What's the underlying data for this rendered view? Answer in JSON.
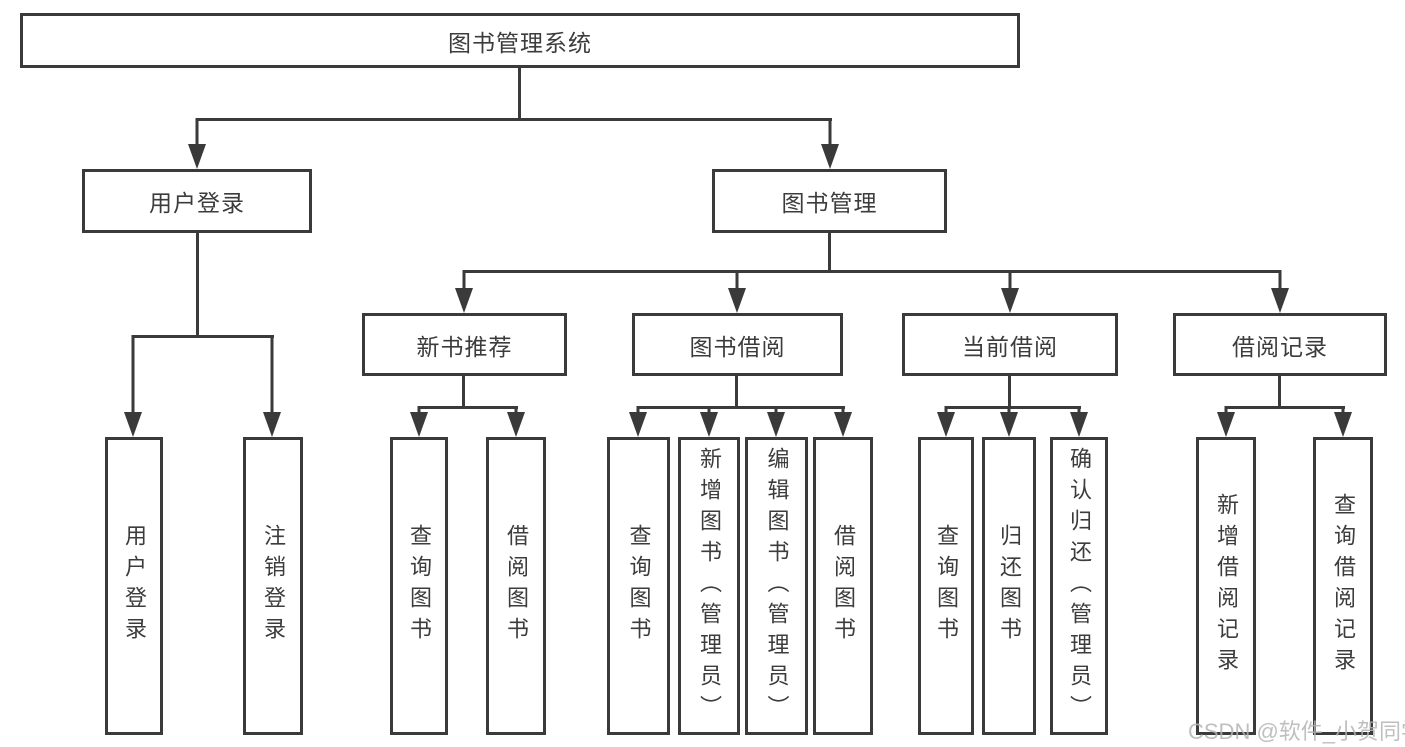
{
  "diagram": {
    "root": {
      "label": "图书管理系统"
    },
    "branches": [
      {
        "label": "用户登录",
        "children": [
          {
            "label": "用户登录"
          },
          {
            "label": "注销登录"
          }
        ]
      },
      {
        "label": "图书管理",
        "children": [
          {
            "label": "新书推荐",
            "children": [
              {
                "label": "查询图书"
              },
              {
                "label": "借阅图书"
              }
            ]
          },
          {
            "label": "图书借阅",
            "children": [
              {
                "label": "查询图书"
              },
              {
                "label": "新增图书（管理员）"
              },
              {
                "label": "编辑图书（管理员）"
              },
              {
                "label": "借阅图书"
              }
            ]
          },
          {
            "label": "当前借阅",
            "children": [
              {
                "label": "查询图书"
              },
              {
                "label": "归还图书"
              },
              {
                "label": "确认归还（管理员）"
              }
            ]
          },
          {
            "label": "借阅记录",
            "children": [
              {
                "label": "新增借阅记录"
              },
              {
                "label": "查询借阅记录"
              }
            ]
          }
        ]
      }
    ]
  },
  "watermark": {
    "text": "CSDN @软件_小贺同学"
  },
  "colors": {
    "line": "#3a3a3a",
    "text": "#3c3c3c",
    "watermark": "#b4b4b4",
    "background": "#ffffff"
  }
}
